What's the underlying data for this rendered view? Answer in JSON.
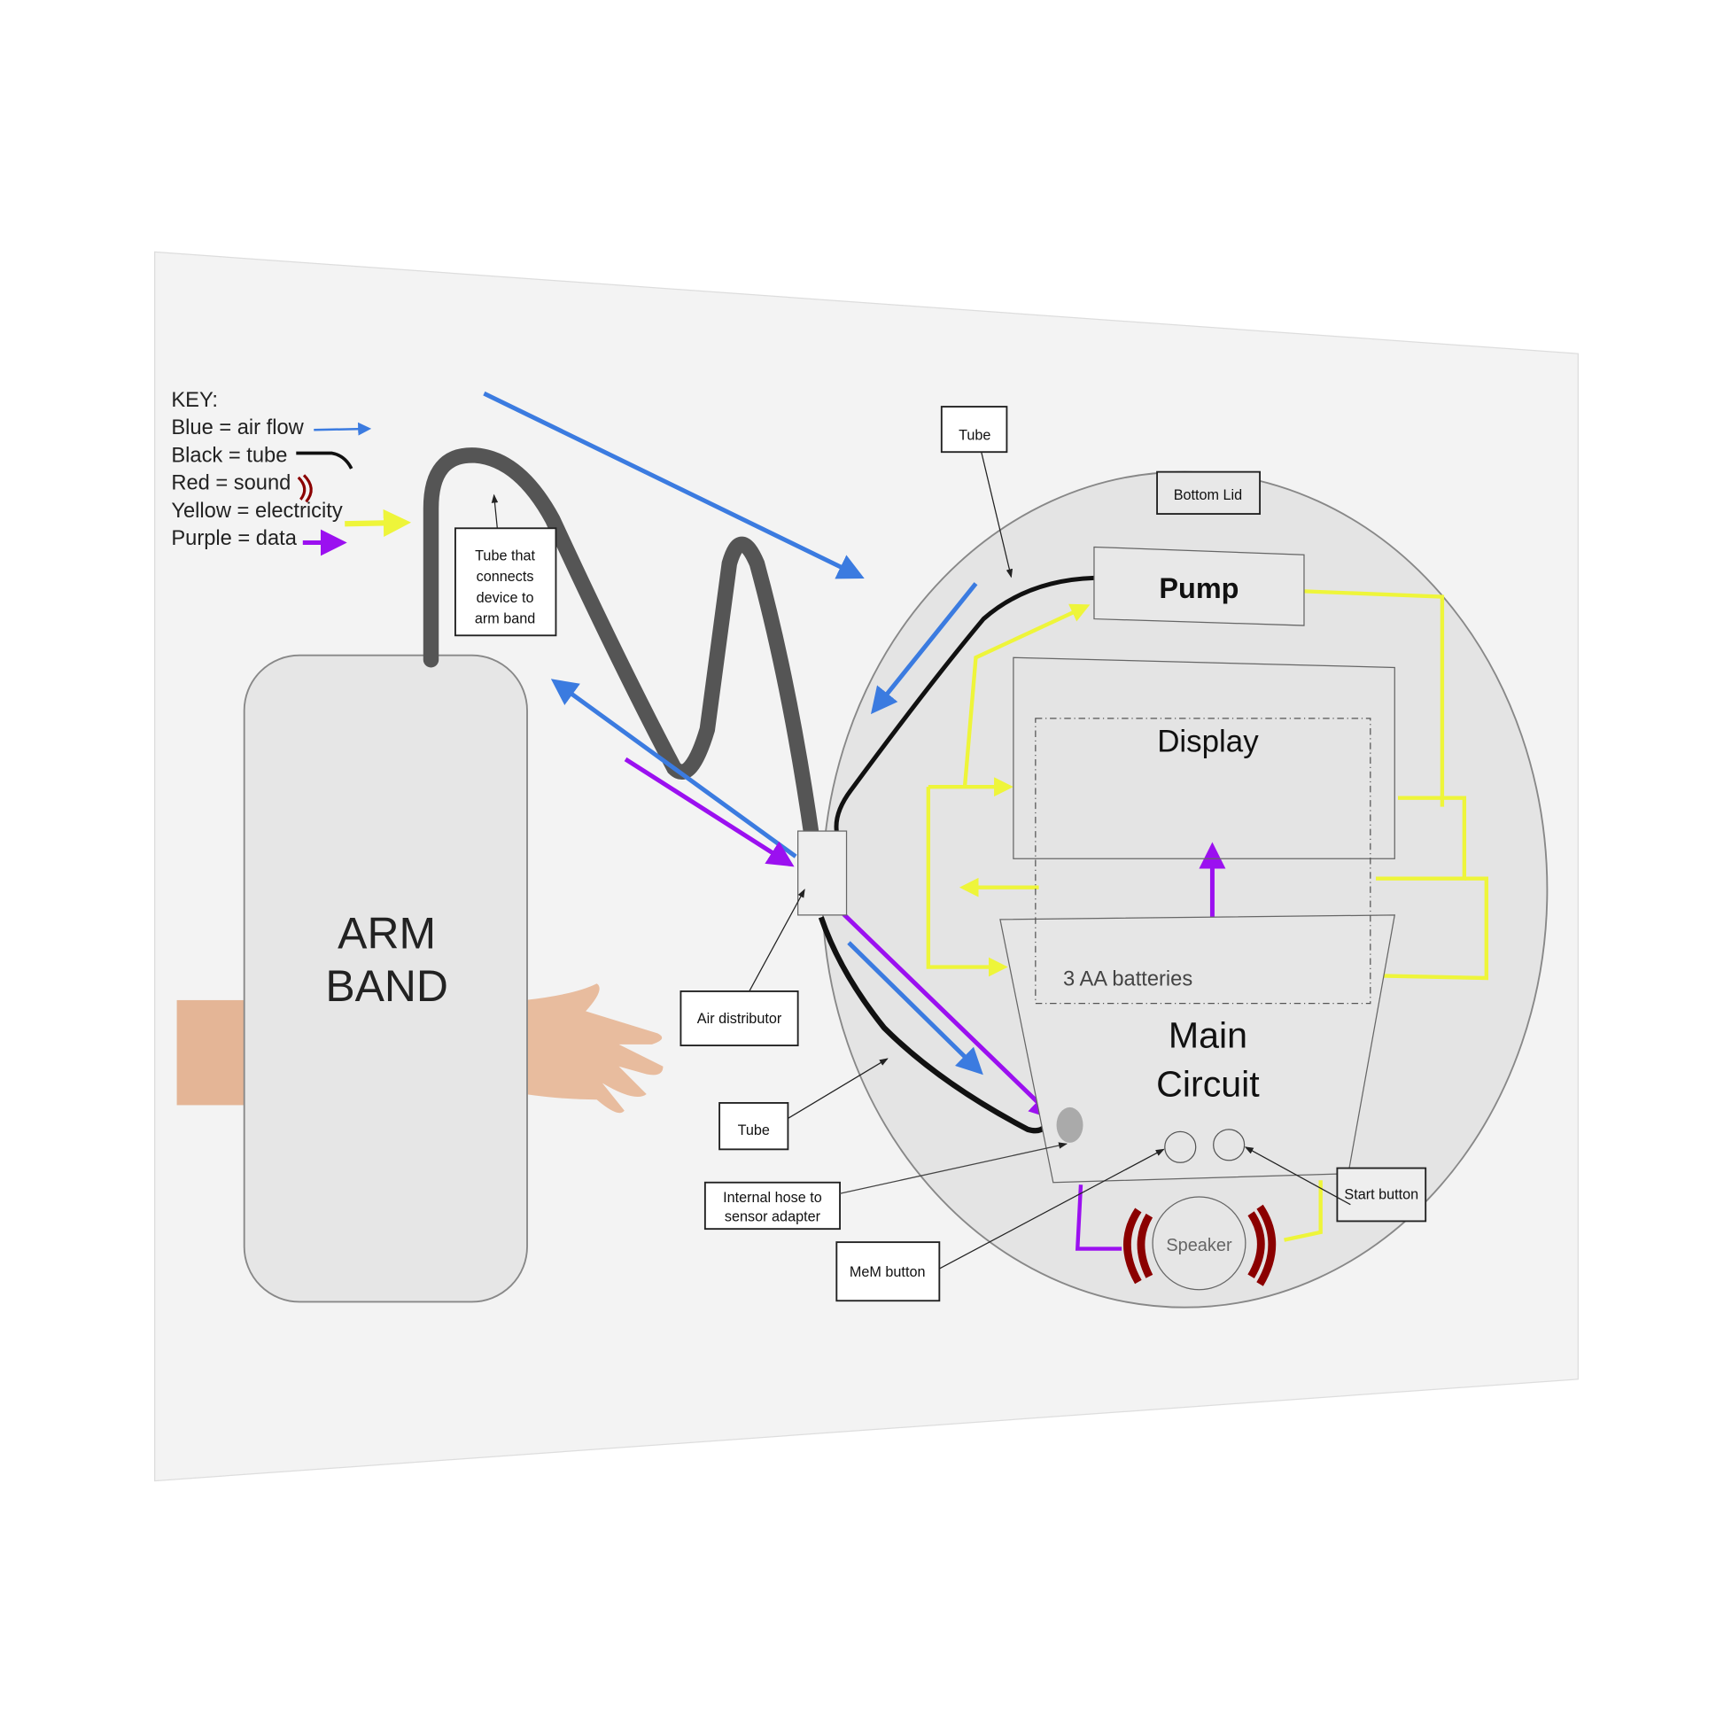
{
  "key": {
    "title": "KEY:",
    "items": [
      {
        "label": "Blue = air flow",
        "color": "#3b7be0"
      },
      {
        "label": "Black = tube",
        "color": "#111111"
      },
      {
        "label": "Red = sound",
        "color": "#8b0000"
      },
      {
        "label": "Yellow = electricity",
        "color": "#eef53a"
      },
      {
        "label": "Purple = data",
        "color": "#9b10f0"
      }
    ]
  },
  "arm_band": {
    "line1": "ARM",
    "line2": "BAND"
  },
  "labels": {
    "tube_connects": [
      "Tube that",
      "connects",
      "device to",
      "arm band"
    ],
    "tube_top": "Tube",
    "bottom_lid": "Bottom Lid",
    "pump": "Pump",
    "display": "Display",
    "batteries": "3 AA batteries",
    "main_circuit": [
      "Main",
      "Circuit"
    ],
    "air_distributor": "Air distributor",
    "tube_bottom": "Tube",
    "internal_hose": [
      "Internal hose to",
      "sensor adapter"
    ],
    "mem_button": "MeM button",
    "start_button": "Start button",
    "speaker": "Speaker"
  }
}
